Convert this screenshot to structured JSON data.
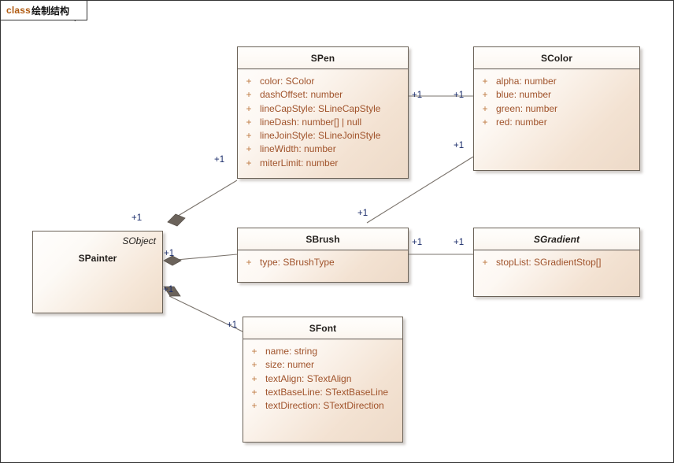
{
  "frame": {
    "keyword": "class",
    "name": "绘制结构"
  },
  "classes": {
    "spainter": {
      "name": "SPainter",
      "stereotype": "SObject"
    },
    "spen": {
      "name": "SPen",
      "abstract": false,
      "attributes": [
        {
          "visibility": "+",
          "signature": "color: SColor"
        },
        {
          "visibility": "+",
          "signature": "dashOffset: number"
        },
        {
          "visibility": "+",
          "signature": "lineCapStyle: SLineCapStyle"
        },
        {
          "visibility": "+",
          "signature": "lineDash: number[] | null"
        },
        {
          "visibility": "+",
          "signature": "lineJoinStyle: SLineJoinStyle"
        },
        {
          "visibility": "+",
          "signature": "lineWidth: number"
        },
        {
          "visibility": "+",
          "signature": "miterLimit: number"
        }
      ]
    },
    "scolor": {
      "name": "SColor",
      "abstract": false,
      "attributes": [
        {
          "visibility": "+",
          "signature": "alpha: number"
        },
        {
          "visibility": "+",
          "signature": "blue: number"
        },
        {
          "visibility": "+",
          "signature": "green: number"
        },
        {
          "visibility": "+",
          "signature": "red: number"
        }
      ]
    },
    "sbrush": {
      "name": "SBrush",
      "abstract": false,
      "attributes": [
        {
          "visibility": "+",
          "signature": "type: SBrushType"
        }
      ]
    },
    "sgradient": {
      "name": "SGradient",
      "abstract": true,
      "attributes": [
        {
          "visibility": "+",
          "signature": "stopList: SGradientStop[]"
        }
      ]
    },
    "sfont": {
      "name": "SFont",
      "abstract": false,
      "attributes": [
        {
          "visibility": "+",
          "signature": "name: string"
        },
        {
          "visibility": "+",
          "signature": "size: numer"
        },
        {
          "visibility": "+",
          "signature": "textAlign: STextAlign"
        },
        {
          "visibility": "+",
          "signature": "textBaseLine: STextBaseLine"
        },
        {
          "visibility": "+",
          "signature": "textDirection: STextDirection"
        }
      ]
    }
  },
  "multiplicities": {
    "painter_pen_src": "+1",
    "painter_pen_tgt": "+1",
    "painter_brush_src": "+1",
    "painter_brush_tgt": "+1",
    "painter_font_src": "+1",
    "painter_font_tgt": "+1",
    "pen_color_src": "+1",
    "pen_color_tgt": "+1",
    "brush_color_src": "+1",
    "brush_color_tgt": "+1",
    "brush_gradient_src": "+1",
    "brush_gradient_tgt": "+1"
  },
  "colors": {
    "box_border": "#6b6257",
    "attr_text": "#a0532b",
    "title_text": "#231f1c",
    "mult_text": "#1b2d6b",
    "keyword": "#b05a10",
    "edge": "#7a736c",
    "fill_light": "#fffdfb",
    "fill_dark": "#eddac8"
  }
}
